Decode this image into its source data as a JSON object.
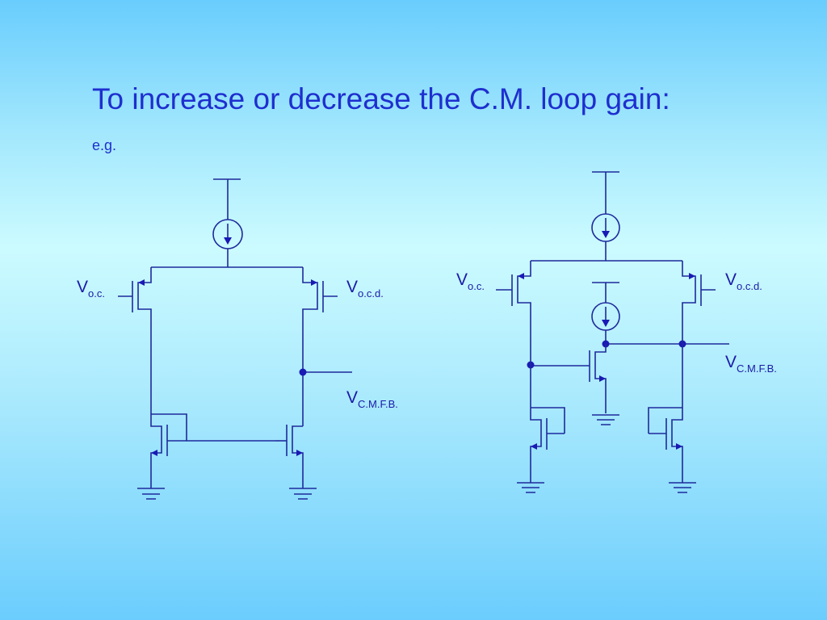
{
  "slide": {
    "title": "To increase or decrease the C.M. loop gain:",
    "subtitle": "e.g."
  },
  "labels": {
    "left_voc_main": "V",
    "left_voc_sub": "o.c.",
    "left_vocd_main": "V",
    "left_vocd_sub": "o.c.d.",
    "left_vcmfb_main": "V",
    "left_vcmfb_sub": "C.M.F.B.",
    "right_voc_main": "V",
    "right_voc_sub": "o.c.",
    "right_vocd_main": "V",
    "right_vocd_sub": "o.c.d.",
    "right_vcmfb_main": "V",
    "right_vcmfb_sub": "C.M.F.B."
  },
  "colors": {
    "text": "#1e2fcf",
    "wire": "#1e2a9c",
    "node": "#1a1ab4"
  }
}
